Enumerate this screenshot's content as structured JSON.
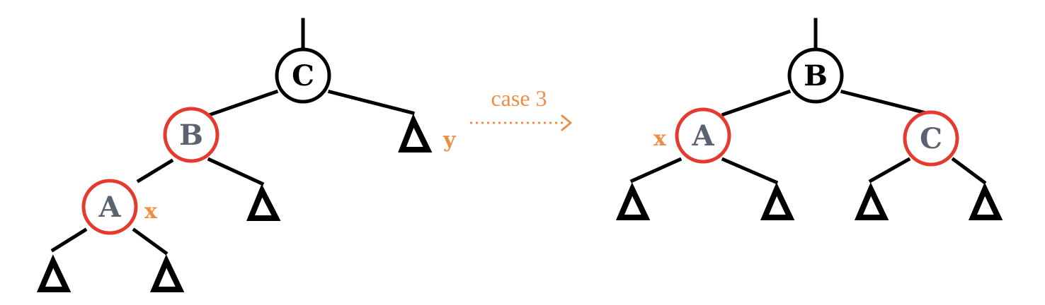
{
  "colors": {
    "black_node_border": "#000000",
    "red_node_border": "#e53a2e",
    "black_node_text": "#000000",
    "red_node_text": "#5b6270",
    "annotation": "#ef8d45",
    "subtree": "#000000"
  },
  "transition": {
    "label": "case 3",
    "arrow": "dotted-arrow-right"
  },
  "before_tree": {
    "root": {
      "label": "C",
      "color": "black"
    },
    "root_left": {
      "label": "B",
      "color": "red"
    },
    "left_left": {
      "label": "A",
      "color": "red",
      "annotation": "x"
    },
    "root_right_subtree": {
      "annotation": "y"
    }
  },
  "after_tree": {
    "root": {
      "label": "B",
      "color": "black"
    },
    "left": {
      "label": "A",
      "color": "red",
      "annotation": "x"
    },
    "right": {
      "label": "C",
      "color": "red"
    }
  }
}
